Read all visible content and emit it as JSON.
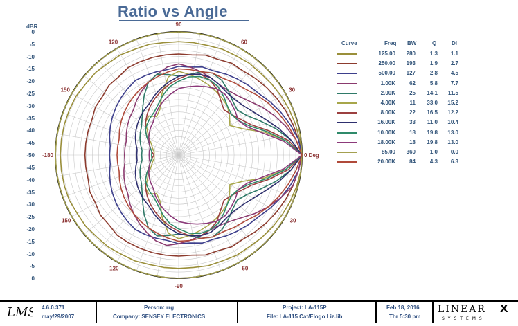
{
  "chart_data": {
    "type": "polar",
    "title": "Ratio vs Angle",
    "radial_axis": {
      "label": "dBR",
      "range": [
        -50,
        0
      ],
      "ticks_upper": [
        "0",
        "-5",
        "-10",
        "-15",
        "-20",
        "-25",
        "-30",
        "-35",
        "-40",
        "-45",
        "-50"
      ],
      "ticks_lower": [
        "-45",
        "-40",
        "-35",
        "-30",
        "-25",
        "-20",
        "-15",
        "-10",
        "-5",
        "0"
      ]
    },
    "angle_labels": [
      {
        "deg": 90,
        "text": "90"
      },
      {
        "deg": 60,
        "text": "60"
      },
      {
        "deg": 120,
        "text": "120"
      },
      {
        "deg": 30,
        "text": "30"
      },
      {
        "deg": 150,
        "text": "150"
      },
      {
        "deg": 0,
        "text": "0 Deg"
      },
      {
        "deg": 180,
        "text": "-180"
      },
      {
        "deg": -30,
        "text": "-30"
      },
      {
        "deg": -150,
        "text": "-150"
      },
      {
        "deg": -60,
        "text": "-60"
      },
      {
        "deg": -120,
        "text": "-120"
      },
      {
        "deg": -90,
        "text": "-90"
      }
    ],
    "legend_headers": [
      "Curve",
      "Freq",
      "BW",
      "Q",
      "DI"
    ],
    "series": [
      {
        "freq": "125.00",
        "bw": "280",
        "q": "1.3",
        "di": "1.1",
        "color": "#9a8f3a",
        "r": [
          0,
          -0.5,
          -1,
          -1.5,
          -2,
          -2.5,
          -3,
          -3,
          -3.5,
          -3.5,
          -4,
          -4,
          -4,
          -4,
          -3.5,
          -3.5,
          -3,
          -3,
          -2.5,
          -2.5,
          -2,
          -2,
          -2,
          -2,
          -2,
          -2,
          -2,
          -2,
          -2.5,
          -2.5,
          -3,
          -3,
          -3.5,
          -3.5,
          -4,
          -4,
          -4,
          -4,
          -3.5,
          -3.5,
          -3,
          -3,
          -2.5,
          -2,
          -1.5,
          -1,
          -0.5,
          0
        ]
      },
      {
        "freq": "250.00",
        "bw": "193",
        "q": "1.9",
        "di": "2.7",
        "color": "#8c3b2e",
        "r": [
          0,
          -1,
          -2,
          -3,
          -4,
          -5,
          -6,
          -7,
          -7,
          -8,
          -8,
          -9,
          -9,
          -9,
          -9,
          -9,
          -9,
          -10,
          -10,
          -11,
          -11,
          -12,
          -12,
          -12,
          -12,
          -12,
          -12,
          -11,
          -11,
          -10,
          -10,
          -9,
          -9,
          -9,
          -9,
          -9,
          -9,
          -9,
          -8,
          -8,
          -7,
          -7,
          -6,
          -5,
          -4,
          -3,
          -2,
          -1
        ]
      },
      {
        "freq": "500.00",
        "bw": "127",
        "q": "2.8",
        "di": "4.5",
        "color": "#3d3f8c",
        "r": [
          0,
          -1,
          -3,
          -5,
          -7,
          -9,
          -10,
          -11,
          -12,
          -13,
          -13,
          -14,
          -14,
          -15,
          -15,
          -15,
          -15,
          -16,
          -17,
          -18,
          -19,
          -20,
          -21,
          -22,
          -22,
          -22,
          -21,
          -20,
          -19,
          -18,
          -17,
          -16,
          -15,
          -15,
          -15,
          -15,
          -14,
          -14,
          -13,
          -13,
          -12,
          -11,
          -10,
          -9,
          -7,
          -5,
          -3,
          -1
        ]
      },
      {
        "freq": "1.00K",
        "bw": "62",
        "q": "5.8",
        "di": "7.7",
        "color": "#8a3a6e",
        "r": [
          0,
          -2,
          -5,
          -8,
          -11,
          -14,
          -16,
          -17,
          -17,
          -16,
          -15,
          -14,
          -13,
          -14,
          -16,
          -18,
          -20,
          -22,
          -24,
          -25,
          -26,
          -27,
          -28,
          -28,
          -28,
          -28,
          -27,
          -26,
          -25,
          -24,
          -22,
          -20,
          -18,
          -16,
          -14,
          -13,
          -14,
          -15,
          -16,
          -17,
          -17,
          -16,
          -14,
          -11,
          -8,
          -5,
          -2,
          -1
        ]
      },
      {
        "freq": "2.00K",
        "bw": "25",
        "q": "14.1",
        "di": "11.5",
        "color": "#2f7a68",
        "r": [
          0,
          -4,
          -9,
          -14,
          -18,
          -20,
          -19,
          -17,
          -15,
          -14,
          -15,
          -17,
          -18,
          -17,
          -16,
          -18,
          -22,
          -26,
          -29,
          -31,
          -32,
          -33,
          -34,
          -35,
          -35,
          -35,
          -34,
          -33,
          -32,
          -31,
          -29,
          -26,
          -22,
          -18,
          -16,
          -17,
          -18,
          -17,
          -15,
          -14,
          -15,
          -17,
          -19,
          -20,
          -18,
          -14,
          -9,
          -4
        ]
      },
      {
        "freq": "4.00K",
        "bw": "11",
        "q": "33.0",
        "di": "15.2",
        "color": "#a7a64a",
        "r": [
          0,
          -6,
          -14,
          -22,
          -26,
          -24,
          -22,
          -21,
          -20,
          -19,
          -18,
          -17,
          -16,
          -18,
          -24,
          -30,
          -32,
          -30,
          -31,
          -34,
          -36,
          -38,
          -39,
          -40,
          -40,
          -40,
          -39,
          -38,
          -36,
          -34,
          -31,
          -30,
          -32,
          -30,
          -24,
          -18,
          -16,
          -17,
          -18,
          -19,
          -20,
          -21,
          -22,
          -24,
          -26,
          -22,
          -14,
          -6
        ]
      },
      {
        "freq": "8.00K",
        "bw": "22",
        "q": "16.5",
        "di": "12.2",
        "color": "#9c4040",
        "r": [
          0,
          -5,
          -12,
          -18,
          -21,
          -23,
          -24,
          -22,
          -19,
          -17,
          -16,
          -17,
          -19,
          -21,
          -23,
          -25,
          -27,
          -29,
          -31,
          -33,
          -35,
          -37,
          -38,
          -39,
          -40,
          -39,
          -38,
          -37,
          -35,
          -33,
          -31,
          -29,
          -27,
          -25,
          -23,
          -21,
          -19,
          -17,
          -16,
          -17,
          -19,
          -22,
          -24,
          -23,
          -21,
          -18,
          -12,
          -5
        ]
      },
      {
        "freq": "16.00K",
        "bw": "33",
        "q": "11.0",
        "di": "10.4",
        "color": "#2e2f6e",
        "r": [
          0,
          -4,
          -8,
          -12,
          -15,
          -17,
          -18,
          -18,
          -17,
          -16,
          -16,
          -17,
          -18,
          -20,
          -22,
          -24,
          -26,
          -27,
          -28,
          -29,
          -30,
          -31,
          -32,
          -33,
          -33,
          -33,
          -32,
          -31,
          -30,
          -29,
          -28,
          -27,
          -26,
          -24,
          -22,
          -20,
          -18,
          -17,
          -16,
          -16,
          -17,
          -18,
          -18,
          -17,
          -15,
          -12,
          -8,
          -4
        ]
      },
      {
        "freq": "10.00K",
        "bw": "18",
        "q": "19.8",
        "di": "13.0",
        "color": "#2f8a6a",
        "r": [
          0,
          -6,
          -13,
          -19,
          -22,
          -23,
          -22,
          -20,
          -18,
          -17,
          -17,
          -18,
          -20,
          -22,
          -25,
          -28,
          -30,
          -31,
          -32,
          -33,
          -35,
          -37,
          -38,
          -39,
          -39,
          -39,
          -38,
          -37,
          -35,
          -33,
          -32,
          -31,
          -30,
          -28,
          -25,
          -22,
          -20,
          -18,
          -17,
          -17,
          -18,
          -20,
          -22,
          -23,
          -22,
          -19,
          -13,
          -6
        ]
      },
      {
        "freq": "18.00K",
        "bw": "18",
        "q": "19.8",
        "di": "13.0",
        "color": "#8c3a7a",
        "r": [
          0,
          -7,
          -15,
          -20,
          -22,
          -21,
          -20,
          -19,
          -19,
          -20,
          -21,
          -22,
          -23,
          -25,
          -27,
          -29,
          -31,
          -33,
          -34,
          -35,
          -36,
          -37,
          -38,
          -38,
          -38,
          -38,
          -38,
          -37,
          -36,
          -35,
          -34,
          -33,
          -31,
          -29,
          -27,
          -25,
          -23,
          -22,
          -21,
          -20,
          -19,
          -19,
          -20,
          -21,
          -22,
          -20,
          -15,
          -7
        ]
      },
      {
        "freq": "85.00",
        "bw": "360",
        "q": "1.0",
        "di": "0.0",
        "color": "#a4a050",
        "r": [
          0,
          0,
          0,
          0,
          0,
          0,
          0,
          0,
          0,
          0,
          0,
          0,
          0,
          0,
          0,
          0,
          0,
          0,
          0,
          0,
          0,
          0,
          0,
          0,
          0,
          0,
          0,
          0,
          0,
          0,
          0,
          0,
          0,
          0,
          0,
          0,
          0,
          0,
          0,
          0,
          0,
          0,
          0,
          0,
          0,
          0,
          0,
          0
        ]
      },
      {
        "freq": "20.00K",
        "bw": "84",
        "q": "4.3",
        "di": "6.3",
        "color": "#b04a3a",
        "r": [
          0,
          -2,
          -4,
          -6,
          -8,
          -10,
          -12,
          -13,
          -14,
          -14,
          -15,
          -15,
          -15,
          -16,
          -17,
          -18,
          -19,
          -20,
          -21,
          -22,
          -23,
          -24,
          -25,
          -25,
          -25,
          -25,
          -25,
          -24,
          -23,
          -22,
          -21,
          -20,
          -19,
          -18,
          -17,
          -16,
          -15,
          -15,
          -15,
          -14,
          -14,
          -13,
          -12,
          -10,
          -8,
          -6,
          -4,
          -2
        ]
      }
    ]
  },
  "footer": {
    "version": "4.6.0.371",
    "version_date": "may/29/2007",
    "person": "Person: rrg",
    "company": "Company: SENSEY ELECTRONICS",
    "project": "Project: LA-115P",
    "file": "File: LA-115 Cat/Elogo Liz.lib",
    "date": "Feb 18, 2016",
    "time": "Thr  5:30 pm",
    "lms_logo": "LMS",
    "brand_logo": "LINEARX SYSTEMS"
  }
}
